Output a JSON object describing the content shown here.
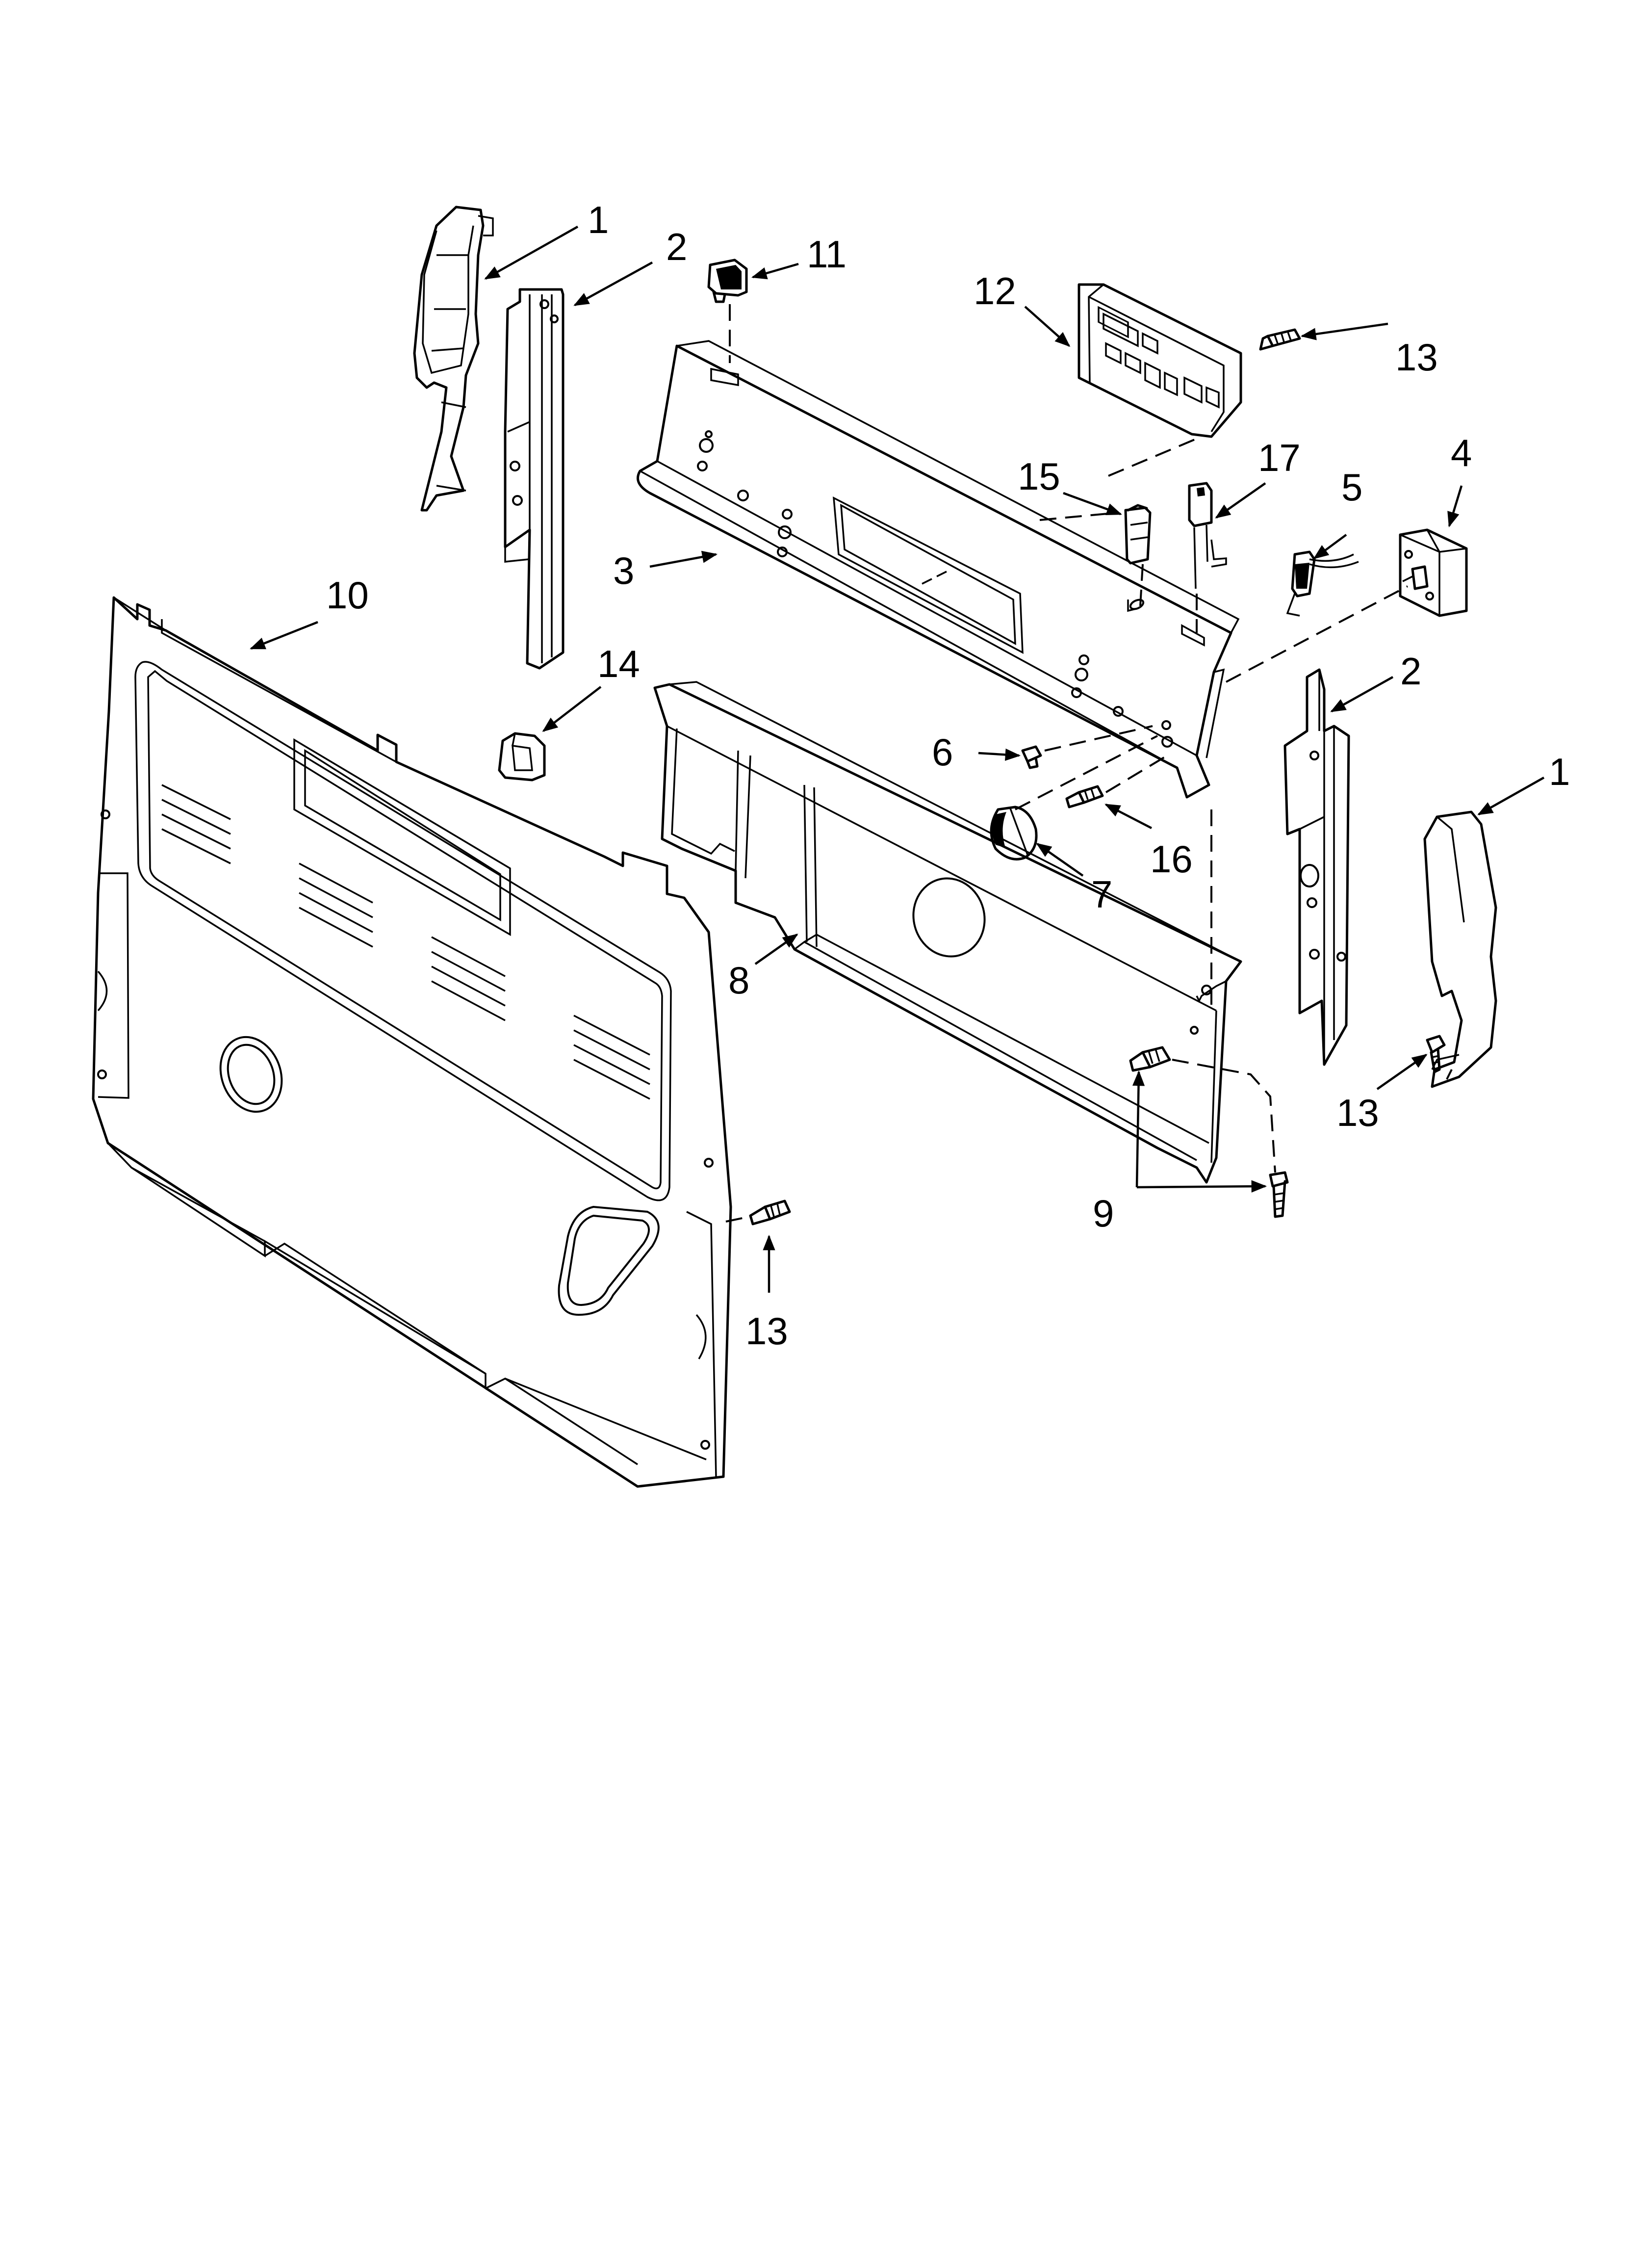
{
  "callouts": [
    {
      "id": "c1a",
      "text": "1"
    },
    {
      "id": "c2a",
      "text": "2"
    },
    {
      "id": "c11",
      "text": "11"
    },
    {
      "id": "c12",
      "text": "12"
    },
    {
      "id": "c13a",
      "text": "13"
    },
    {
      "id": "c15",
      "text": "15"
    },
    {
      "id": "c17",
      "text": "17"
    },
    {
      "id": "c5",
      "text": "5"
    },
    {
      "id": "c4",
      "text": "4"
    },
    {
      "id": "c3",
      "text": "3"
    },
    {
      "id": "c10",
      "text": "10"
    },
    {
      "id": "c14",
      "text": "14"
    },
    {
      "id": "c2b",
      "text": "2"
    },
    {
      "id": "c1b",
      "text": "1"
    },
    {
      "id": "c6",
      "text": "6"
    },
    {
      "id": "c16",
      "text": "16"
    },
    {
      "id": "c7",
      "text": "7"
    },
    {
      "id": "c8",
      "text": "8"
    },
    {
      "id": "c9",
      "text": "9"
    },
    {
      "id": "c13b",
      "text": "13"
    },
    {
      "id": "c13c",
      "text": "13"
    }
  ]
}
